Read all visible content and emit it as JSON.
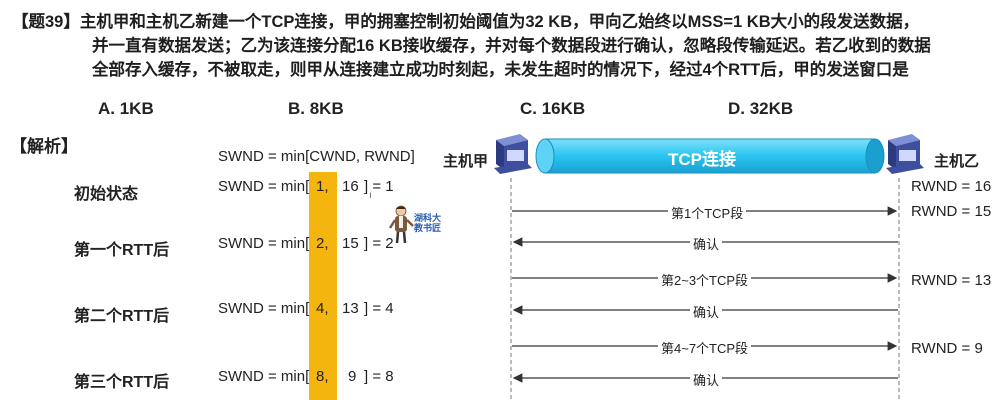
{
  "question": {
    "number": "【题39】",
    "line1": "主机甲和主机乙新建一个TCP连接，甲的拥塞控制初始阈值为32 KB，甲向乙始终以MSS=1 KB大小的段发送数据，",
    "line2": "并一直有数据发送；乙为该连接分配16 KB接收缓存，并对每个数据段进行确认，忽略段传输延迟。若乙收到的数据",
    "line3": "全部存入缓存，不被取走，则甲从连接建立成功时刻起，未发生超时的情况下，经过4个RTT后，甲的发送窗口是"
  },
  "options": {
    "a": "A. 1KB",
    "b": "B. 8KB",
    "c": "C. 16KB",
    "d": "D. 32KB"
  },
  "analysis_label": "【解析】",
  "formula_header": "SWND = min[CWND, RWND]",
  "rows": [
    {
      "state": "初始状态",
      "prefix": "SWND = min[",
      "cwnd": "1,",
      "rwnd": "16",
      "suffix": "] = 1"
    },
    {
      "state": "第一个RTT后",
      "prefix": "SWND = min[",
      "cwnd": "2,",
      "rwnd": "15",
      "suffix": "] = 2"
    },
    {
      "state": "第二个RTT后",
      "prefix": "SWND = min[",
      "cwnd": "4,",
      "rwnd": "13",
      "suffix": "] = 4"
    },
    {
      "state": "第三个RTT后",
      "prefix": "SWND = min[",
      "cwnd": "8,",
      "rwnd": "9",
      "suffix": "] = 8"
    }
  ],
  "hosts": {
    "sender": "主机甲",
    "receiver": "主机乙",
    "connection": "TCP连接"
  },
  "rwnd_values": [
    "RWND = 16",
    "RWND = 15",
    "RWND = 13",
    "RWND = 9"
  ],
  "messages": {
    "seg1": "第1个TCP段",
    "ack1": "确认",
    "seg2": "第2~3个TCP段",
    "ack2": "确认",
    "seg3": "第4~7个TCP段",
    "ack3": "确认"
  },
  "teacher_tag": {
    "line1": "湖科大",
    "line2": "教书匠"
  },
  "colors": {
    "cwnd_highlight": "#f5b50f",
    "tube": "#29c5f0",
    "computer": "#3e4f9e",
    "arrow": "#333333"
  }
}
